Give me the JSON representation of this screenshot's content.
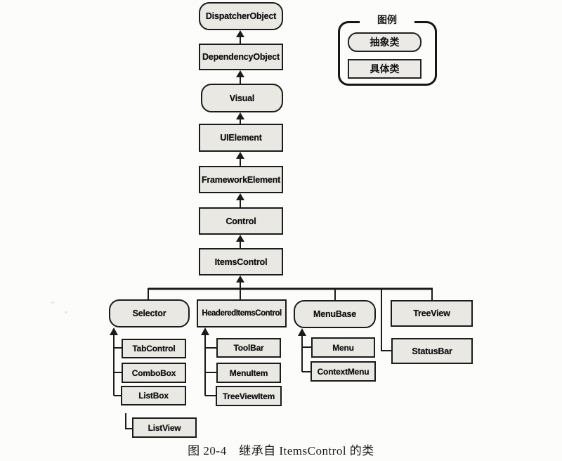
{
  "page": {
    "caption": "图 20-4　继承自 ItemsControl 的类",
    "paper_color": "#fcfcfa",
    "box_fill_color": "#e9e8e3",
    "line_color": "#1b1b1b"
  },
  "legend": {
    "title": "图例",
    "items": [
      {
        "label": "抽象类",
        "type": "abstract",
        "shape": "rounded"
      },
      {
        "label": "具体类",
        "type": "concrete",
        "shape": "rectangle"
      }
    ]
  },
  "nodes": {
    "dispatcher_object": {
      "label": "DispatcherObject",
      "type": "abstract"
    },
    "dependency_object": {
      "label": "DependencyObject",
      "type": "concrete"
    },
    "visual": {
      "label": "Visual",
      "type": "abstract"
    },
    "ui_element": {
      "label": "UIElement",
      "type": "concrete"
    },
    "framework_element": {
      "label": "FrameworkElement",
      "type": "concrete"
    },
    "control": {
      "label": "Control",
      "type": "concrete"
    },
    "items_control": {
      "label": "ItemsControl",
      "type": "concrete"
    },
    "selector": {
      "label": "Selector",
      "type": "abstract"
    },
    "headered_items_control": {
      "label": "HeaderedItemsControl",
      "type": "concrete"
    },
    "menu_base": {
      "label": "MenuBase",
      "type": "abstract"
    },
    "tree_view": {
      "label": "TreeView",
      "type": "concrete"
    },
    "status_bar": {
      "label": "StatusBar",
      "type": "concrete"
    },
    "tab_control": {
      "label": "TabControl",
      "type": "concrete"
    },
    "combo_box": {
      "label": "ComboBox",
      "type": "concrete"
    },
    "list_box": {
      "label": "ListBox",
      "type": "concrete"
    },
    "list_view": {
      "label": "ListView",
      "type": "concrete"
    },
    "tool_bar": {
      "label": "ToolBar",
      "type": "concrete"
    },
    "menu_item": {
      "label": "MenuItem",
      "type": "concrete"
    },
    "tree_view_item": {
      "label": "TreeViewItem",
      "type": "concrete"
    },
    "menu": {
      "label": "Menu",
      "type": "concrete"
    },
    "context_menu": {
      "label": "ContextMenu",
      "type": "concrete"
    }
  },
  "edges": [
    {
      "from": "DependencyObject",
      "to": "DispatcherObject"
    },
    {
      "from": "Visual",
      "to": "DependencyObject"
    },
    {
      "from": "UIElement",
      "to": "Visual"
    },
    {
      "from": "FrameworkElement",
      "to": "UIElement"
    },
    {
      "from": "Control",
      "to": "FrameworkElement"
    },
    {
      "from": "ItemsControl",
      "to": "Control"
    },
    {
      "from": "Selector",
      "to": "ItemsControl"
    },
    {
      "from": "HeaderedItemsControl",
      "to": "ItemsControl"
    },
    {
      "from": "MenuBase",
      "to": "ItemsControl"
    },
    {
      "from": "TreeView",
      "to": "ItemsControl"
    },
    {
      "from": "StatusBar",
      "to": "ItemsControl"
    },
    {
      "from": "TabControl",
      "to": "Selector"
    },
    {
      "from": "ComboBox",
      "to": "Selector"
    },
    {
      "from": "ListBox",
      "to": "Selector"
    },
    {
      "from": "ListView",
      "to": "ListBox"
    },
    {
      "from": "ToolBar",
      "to": "HeaderedItemsControl"
    },
    {
      "from": "MenuItem",
      "to": "HeaderedItemsControl"
    },
    {
      "from": "TreeViewItem",
      "to": "HeaderedItemsControl"
    },
    {
      "from": "Menu",
      "to": "MenuBase"
    },
    {
      "from": "ContextMenu",
      "to": "MenuBase"
    }
  ]
}
